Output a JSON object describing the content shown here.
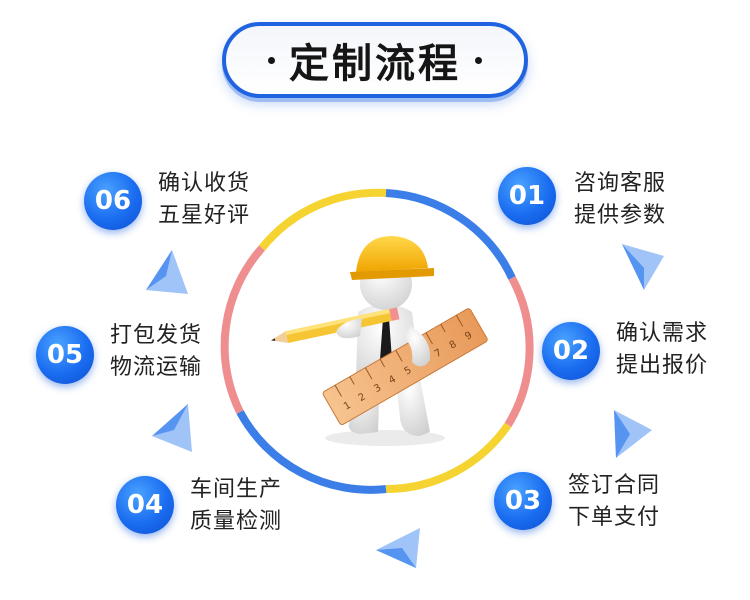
{
  "title": "定制流程",
  "steps": [
    {
      "num": "01",
      "line1": "咨询客服",
      "line2": "提供参数"
    },
    {
      "num": "02",
      "line1": "确认需求",
      "line2": "提出报价"
    },
    {
      "num": "03",
      "line1": "签订合同",
      "line2": "下单支付"
    },
    {
      "num": "04",
      "line1": "车间生产",
      "line2": "质量检测"
    },
    {
      "num": "05",
      "line1": "打包发货",
      "line2": "物流运输"
    },
    {
      "num": "06",
      "line1": "确认收货",
      "line2": "五星好评"
    }
  ],
  "ruler": {
    "marks": [
      "1",
      "2",
      "3",
      "4",
      "5",
      "6",
      "7",
      "8",
      "9"
    ]
  },
  "colors": {
    "accent_blue": "#1a6cf0",
    "ring_yellow": "#f5d431",
    "ring_blue": "#3b7ee8",
    "ring_pink": "#ef8e8e"
  },
  "icons": {
    "center": "construction-worker-icon",
    "arrows": "chevron-arrow-icon"
  }
}
